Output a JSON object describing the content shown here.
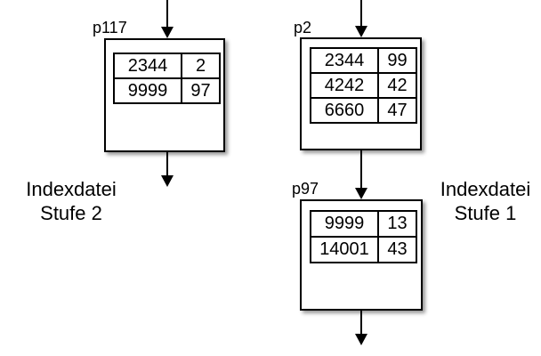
{
  "diagram": {
    "left_caption": {
      "line1": "Indexdatei",
      "line2": "Stufe 2"
    },
    "right_caption": {
      "line1": "Indexdatei",
      "line2": "Stufe 1"
    },
    "nodes": {
      "p117": {
        "label": "p117",
        "rows": [
          {
            "key": "2344",
            "val": "2"
          },
          {
            "key": "9999",
            "val": "97"
          }
        ]
      },
      "p2": {
        "label": "p2",
        "rows": [
          {
            "key": "2344",
            "val": "99"
          },
          {
            "key": "4242",
            "val": "42"
          },
          {
            "key": "6660",
            "val": "47"
          }
        ]
      },
      "p97": {
        "label": "p97",
        "rows": [
          {
            "key": "9999",
            "val": "13"
          },
          {
            "key": "14001",
            "val": "43"
          }
        ]
      }
    },
    "colors": {
      "line": "#000000",
      "text": "#000000",
      "background": "#ffffff",
      "box_fill": "#ffffff",
      "shadow": "#999999"
    }
  }
}
